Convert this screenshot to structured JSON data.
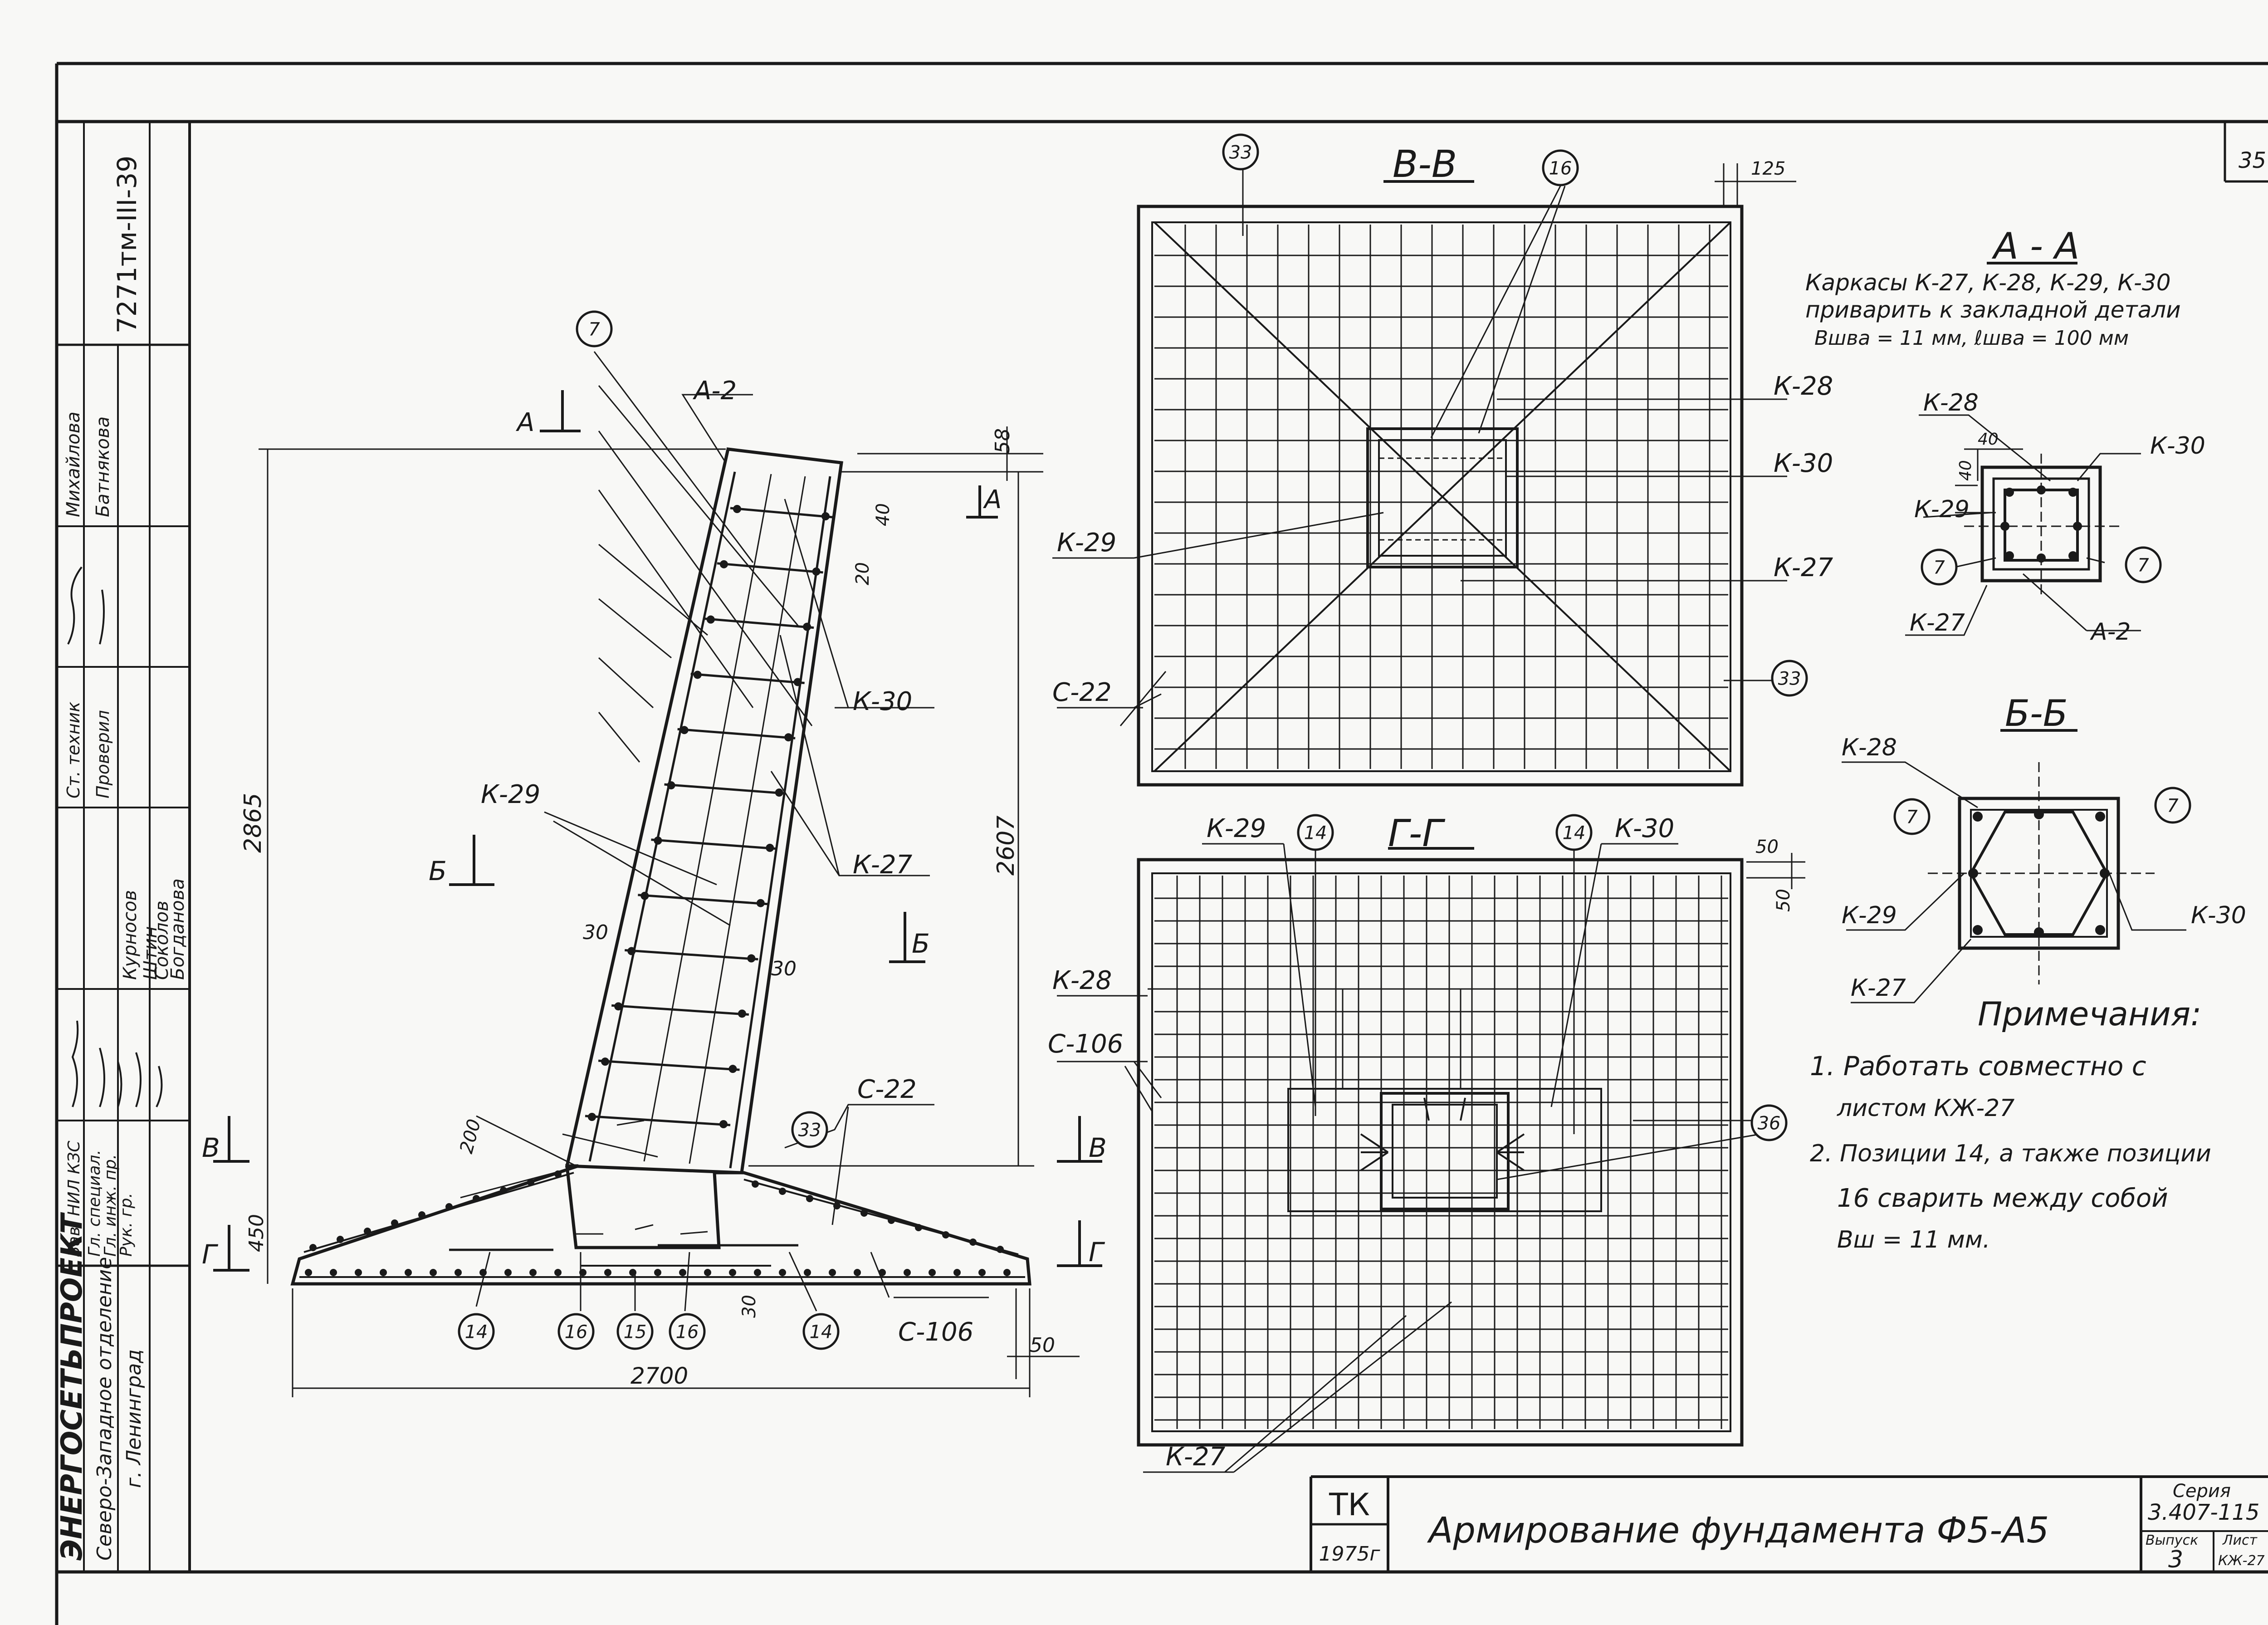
{
  "sheet_number": "35",
  "stamp": {
    "org_name": "ЭНЕРГОСЕТЬПРОЕКТ",
    "org_branch": "Северо-Западное отделение",
    "org_city": "г. Ленинград",
    "doc_code": "7271тм-III-39",
    "roles": [
      "Зав. НИЛ КЗС",
      "Гл. специал.",
      "Гл. инж. пр.",
      "Рук. гр.",
      "Ст. техник",
      "Проверил"
    ],
    "names": [
      "Курносов",
      "Штин",
      "Соколов",
      "Богданова",
      "Михайлова",
      "Батнякова"
    ]
  },
  "title_block": {
    "tk": "ТК",
    "year": "1975г",
    "title": "Армирование фундамента Ф5-А5",
    "series_label": "Серия",
    "series_value": "3.407-115",
    "issue_label": "Выпуск",
    "issue_value": "3",
    "sheet_label": "Лист",
    "sheet_value": "КЖ-27"
  },
  "elevation": {
    "section_marks": [
      "А",
      "А",
      "Б",
      "Б",
      "В",
      "В",
      "Г",
      "Г"
    ],
    "labels": {
      "a2": "А-2",
      "k30": "К-30",
      "k27": "К-27",
      "k29": "К-29",
      "c22": "С-22",
      "c106": "С-106"
    },
    "dims": {
      "d58": "58",
      "d40": "40",
      "d20": "20",
      "d2865": "2865",
      "d2607": "2607",
      "d30a": "30",
      "d30b": "30",
      "d200": "200",
      "d450": "450",
      "d30c": "30",
      "d50": "50",
      "d2700": "2700"
    },
    "callouts": [
      "7",
      "33",
      "14",
      "16",
      "15",
      "16",
      "14"
    ]
  },
  "section_vv": {
    "title": "В-В",
    "dim125": "125",
    "labels": {
      "k28": "К-28",
      "k30": "К-30",
      "k29": "К-29",
      "k27": "К-27",
      "c22": "С-22"
    },
    "callouts": [
      "33",
      "16",
      "33"
    ]
  },
  "section_gg": {
    "title": "Г-Г",
    "dims": {
      "d50a": "50",
      "d50b": "50"
    },
    "labels": {
      "k29": "К-29",
      "k30": "К-30",
      "k28": "К-28",
      "c106": "С-106",
      "k27": "К-27"
    },
    "callouts": [
      "14",
      "14",
      "36"
    ]
  },
  "section_aa": {
    "title": "А - А",
    "note_line1": "Каркасы К-27, К-28, К-29, К-30",
    "note_line2": "приварить к закладной детали",
    "note_line3": "Вшва = 11 мм, ℓшва = 100 мм",
    "dims": {
      "d40a": "40",
      "d40b": "40"
    },
    "labels": {
      "k28": "К-28",
      "k30": "К-30",
      "k29": "К-29",
      "k27": "К-27",
      "a2": "А-2"
    },
    "callouts": [
      "7",
      "7"
    ]
  },
  "section_bb": {
    "title": "Б-Б",
    "labels": {
      "k28": "К-28",
      "k29": "К-29",
      "k30": "К-30",
      "k27": "К-27"
    },
    "callouts": [
      "7",
      "7"
    ]
  },
  "notes": {
    "heading": "Примечания:",
    "line1": "1. Работать совместно с",
    "line2": "листом КЖ-27",
    "line3": "2. Позиции 14, а также позиции",
    "line4": "16 сварить между собой",
    "line5": "Вш = 11 мм."
  }
}
